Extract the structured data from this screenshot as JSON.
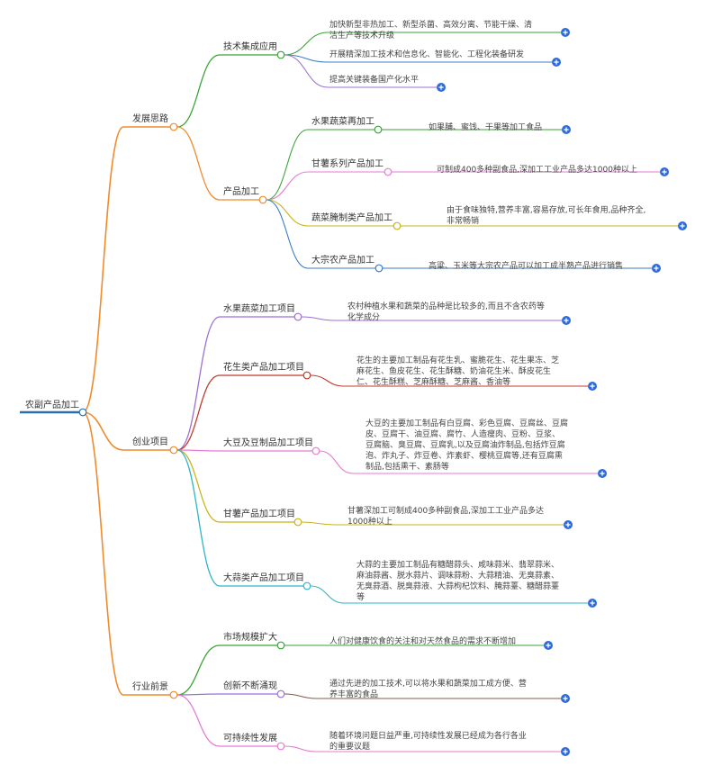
{
  "root": "农副产品加工",
  "colors": {
    "trunk": "#f08b2c",
    "root_line": "#2a6fb0",
    "green": "#3aa335",
    "pink": "#e67cd3",
    "yellow": "#c9b31a",
    "blue": "#3b7bc4",
    "purple": "#9c6fd6",
    "red": "#c0392b",
    "teal": "#2bb7c4",
    "brown": "#8a5a44",
    "expand": "#2f6bdc"
  },
  "branches": [
    {
      "label": "发展思路",
      "children": [
        {
          "label": "技术集成应用",
          "leaves": [
            {
              "lines": [
                "加快新型非热加工、新型杀菌、高效分离、节能干燥、清",
                "洁生产等技术升级"
              ]
            },
            {
              "lines": [
                "开展精深加工技术和信息化、智能化、工程化装备研发"
              ]
            },
            {
              "lines": [
                "提高关键装备国产化水平"
              ]
            }
          ]
        },
        {
          "label": "产品加工",
          "leaves": [
            {
              "label": "水果蔬菜再加工",
              "lines": [
                "如果脯、蜜饯、干果等加工食品"
              ]
            },
            {
              "label": "甘薯系列产品加工",
              "lines": [
                "可制成400多种副食品,深加工工业产品多达1000种以上"
              ]
            },
            {
              "label": "蔬菜腌制类产品加工",
              "lines": [
                "由于食味独特,营养丰富,容易存放,可长年食用,品种齐全,",
                "非常畅销"
              ]
            },
            {
              "label": "大宗农产品加工",
              "lines": [
                "高粱、玉米等大宗农产品可以加工成半熟产品进行销售"
              ]
            }
          ]
        }
      ]
    },
    {
      "label": "创业项目",
      "children": [
        {
          "label": "水果蔬菜加工项目",
          "lines": [
            "农村种植水果和蔬菜的品种是比较多的,而且不含农药等",
            "化学成分"
          ]
        },
        {
          "label": "花生类产品加工项目",
          "lines": [
            "花生的主要加工制品有花生乳、蜜脆花生、花生果冻、芝",
            "麻花生、鱼皮花生、花生酥糖、奶油花生米、酥皮花生",
            "仁、花生酥糕、芝麻酥糖、芝麻酱、香油等"
          ]
        },
        {
          "label": "大豆及豆制品加工项目",
          "lines": [
            "大豆的主要加工制品有白豆腐、彩色豆腐、豆腐丝、豆腐",
            "皮、豆腐干、油豆腐、腐竹、人造瘦肉、豆粉、豆浆、",
            "豆腐脑、臭豆腐、豆腐乳,以及豆腐油炸制品,包括炸豆腐",
            "泡、炸丸子、炸豆卷、炸素虾、樱桃豆腐等,还有豆腐熏",
            "制品,包括熏干、素肠等"
          ]
        },
        {
          "label": "甘薯产品加工项目",
          "lines": [
            "甘薯深加工可制成400多种副食品,深加工工业产品多达",
            "1000种以上"
          ]
        },
        {
          "label": "大蒜类产品加工项目",
          "lines": [
            "大蒜的主要加工制品有糖醋蒜头、咸味蒜米、翡翠蒜米、",
            "麻油蒜酱、脱水蒜片、调味蒜粉、大蒜精油、无臭蒜素、",
            "无臭蒜酒、脱臭蒜液、大蒜枸杞饮料、腌蒜薹、糖醋蒜薹",
            "等"
          ]
        }
      ]
    },
    {
      "label": "行业前景",
      "children": [
        {
          "label": "市场规模扩大",
          "lines": [
            "人们对健康饮食的关注和对天然食品的需求不断增加"
          ]
        },
        {
          "label": "创新不断涌现",
          "lines": [
            "通过先进的加工技术,可以将水果和蔬菜加工成方便、营",
            "养丰富的食品"
          ]
        },
        {
          "label": "可持续性发展",
          "lines": [
            "随着环境问题日益严重,可持续性发展已经成为各行各业",
            "的重要议题"
          ]
        }
      ]
    }
  ]
}
